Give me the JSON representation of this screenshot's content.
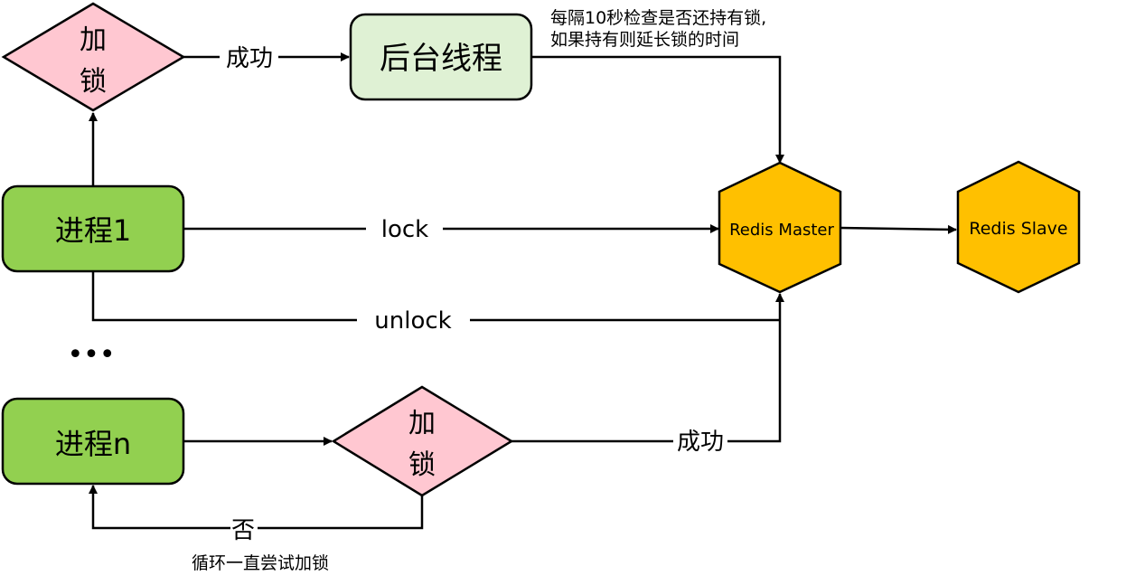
{
  "nodes": {
    "lock_top": {
      "label_line1": "加",
      "label_line2": "锁"
    },
    "background_thread": {
      "label": "后台线程"
    },
    "process1": {
      "label": "进程1"
    },
    "processn": {
      "label": "进程n"
    },
    "lock_bottom": {
      "label_line1": "加",
      "label_line2": "锁"
    },
    "redis_master": {
      "label": "Redis Master"
    },
    "redis_slave": {
      "label": "Redis Slave"
    },
    "ellipsis": {
      "label": "•••"
    }
  },
  "edges": {
    "lock_top_success": "成功",
    "lock": "lock",
    "unlock": "unlock",
    "lock_bottom_success": "成功",
    "fail": "否"
  },
  "annotations": {
    "renew_line1": "每隔10秒检查是否还持有锁,",
    "renew_line2": "如果持有则延长锁的时间",
    "retry": "循环一直尝试加锁"
  },
  "colors": {
    "diamond_fill": "#ffc7d1",
    "thread_fill": "#dff1d4",
    "process_fill": "#92d050",
    "hexagon_fill": "#ffc000",
    "stroke": "#000000"
  }
}
